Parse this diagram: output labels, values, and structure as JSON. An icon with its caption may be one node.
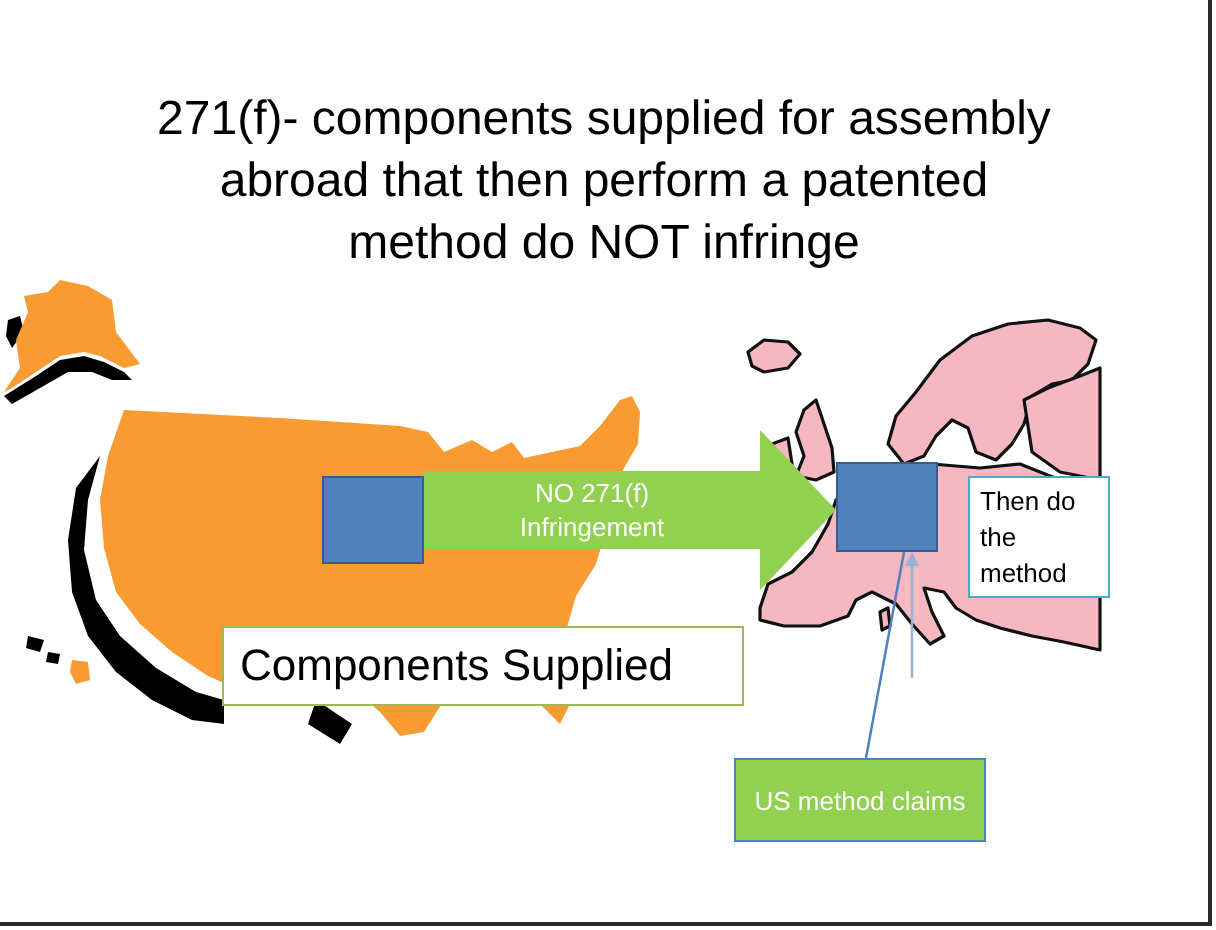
{
  "diagram": {
    "title": "271(f)- components supplied for assembly abroad that then perform a patented method do NOT infringe",
    "nodes": [
      {
        "text": [],
        "shape": "box"
      },
      {
        "text": [],
        "shape": "box"
      },
      {
        "text": [
          "Then do the method"
        ]
      },
      {
        "text": [
          "Components Supplied"
        ]
      },
      {
        "text": [
          "US method claims"
        ]
      }
    ],
    "edges": [
      {
        "from": 0,
        "to": 1,
        "arrow": "to",
        "label": "NO 271(f) Infringement",
        "style": "thick",
        "color": "#92d050"
      },
      {
        "from": 4,
        "to": 1,
        "arrow": "none",
        "color": "#4f81bd"
      },
      {
        "from": null,
        "to": 1,
        "arrow": "to",
        "color": "#95b3d7"
      }
    ]
  }
}
